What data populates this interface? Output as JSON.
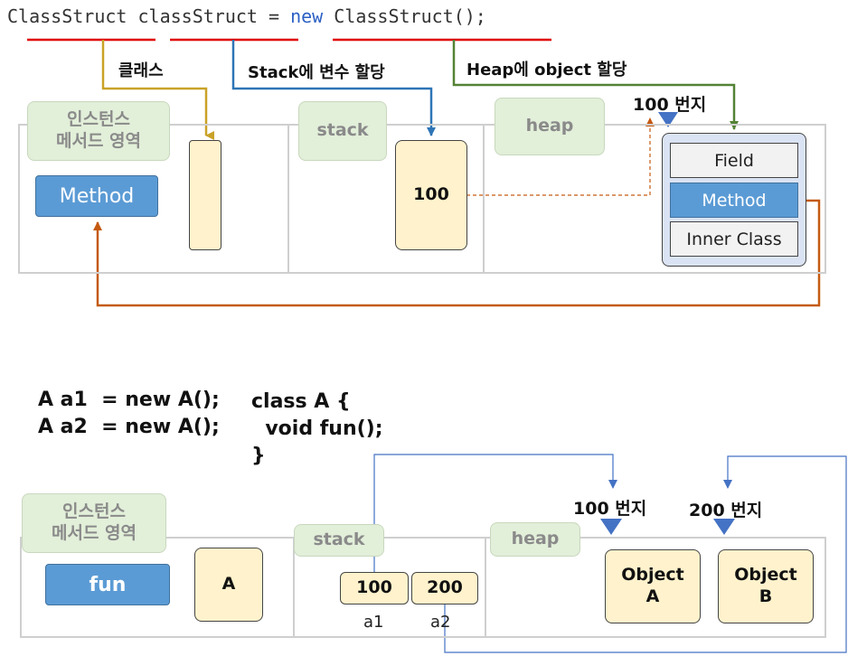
{
  "code": {
    "part1": "ClassStruct classStruct = ",
    "keyword": "new",
    "part2": " ClassStruct();"
  },
  "labels": {
    "class": "클래스",
    "stack_assign": "Stack에 변수 할당",
    "heap_assign": "Heap에 object 할당"
  },
  "top": {
    "method_area": "인스턴스\n메서드 영역",
    "method": "Method",
    "stack": "stack",
    "stack_value": "100",
    "heap": "heap",
    "address": "100 번지",
    "object_items": [
      "Field",
      "Method",
      "Inner Class"
    ]
  },
  "bottom": {
    "code_left": [
      "A a1  = new A();",
      "A a2  = new A();"
    ],
    "code_right": [
      "class A {",
      "  void fun();",
      "}"
    ],
    "method_area": "인스턴스\n메서드 영역",
    "fun": "fun",
    "class_a": "A",
    "stack": "stack",
    "values": [
      "100",
      "200"
    ],
    "var_names": [
      "a1",
      "a2"
    ],
    "heap": "heap",
    "addresses": [
      "100 번지",
      "200 번지"
    ],
    "objects": [
      "Object\nA",
      "Object\nB"
    ]
  },
  "colors": {
    "class_line": "#c9a227",
    "stack_line": "#2e75b6",
    "heap_line": "#548235",
    "method_line": "#c55a11",
    "underline": "#e00000"
  }
}
